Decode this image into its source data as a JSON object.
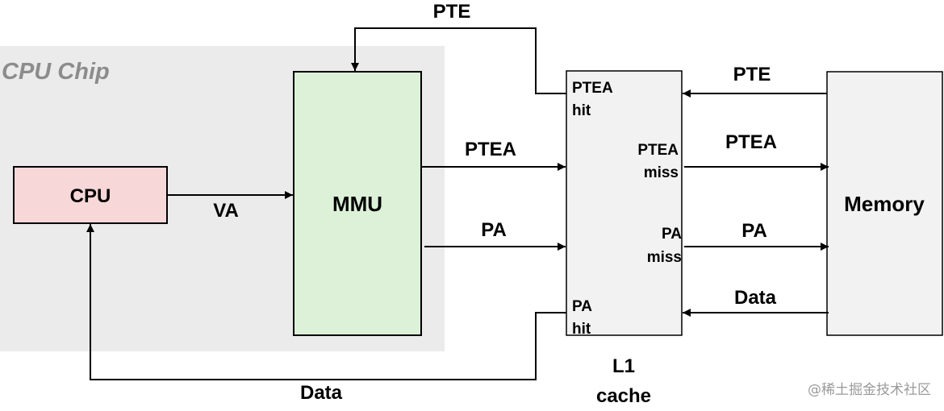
{
  "chip": {
    "title": "CPU Chip"
  },
  "blocks": {
    "cpu": "CPU",
    "mmu": "MMU",
    "memory": "Memory",
    "l1": {
      "line1": "L1",
      "line2": "cache"
    }
  },
  "l1_ports": {
    "ptea_hit": {
      "line1": "PTEA",
      "line2": "hit"
    },
    "ptea_miss": {
      "line1": "PTEA",
      "line2": "miss"
    },
    "pa_miss": {
      "line1": "PA",
      "line2": "miss"
    },
    "pa_hit": {
      "line1": "PA",
      "line2": "hit"
    }
  },
  "arrows": {
    "va": "VA",
    "pte_top": "PTE",
    "ptea_mmu_l1": "PTEA",
    "pa_mmu_l1": "PA",
    "pte_mem_l1": "PTE",
    "ptea_l1_mem": "PTEA",
    "pa_l1_mem": "PA",
    "data_mem_l1": "Data",
    "data_l1_cpu": "Data"
  },
  "watermark": "@稀土掘金技术社区",
  "colors": {
    "chip_bg": "#ebebeb",
    "cpu_fill": "#f8d7d8",
    "mmu_fill": "#dcf1d8",
    "l1_fill": "#f2f2f2",
    "memory_fill": "#f2f2f2",
    "line": "#000000"
  }
}
